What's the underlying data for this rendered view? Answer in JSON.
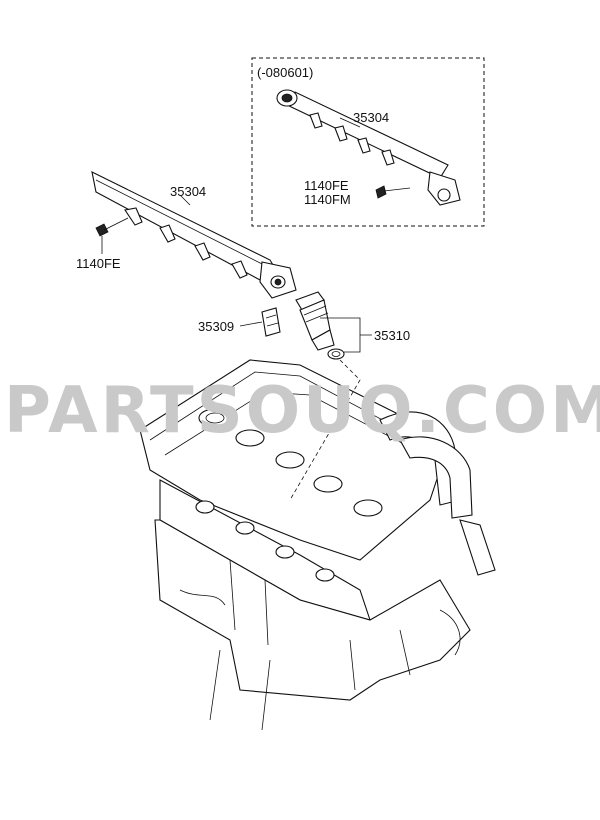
{
  "diagram": {
    "watermark": "PARTSOUQ.COM",
    "inset": {
      "date_code": "(-080601)",
      "part_rail": "35304",
      "bolt_1": "1140FE",
      "bolt_2": "1140FM"
    },
    "labels": {
      "rail": "35304",
      "bolt": "1140FE",
      "clip": "35309",
      "injector": "35310"
    }
  }
}
